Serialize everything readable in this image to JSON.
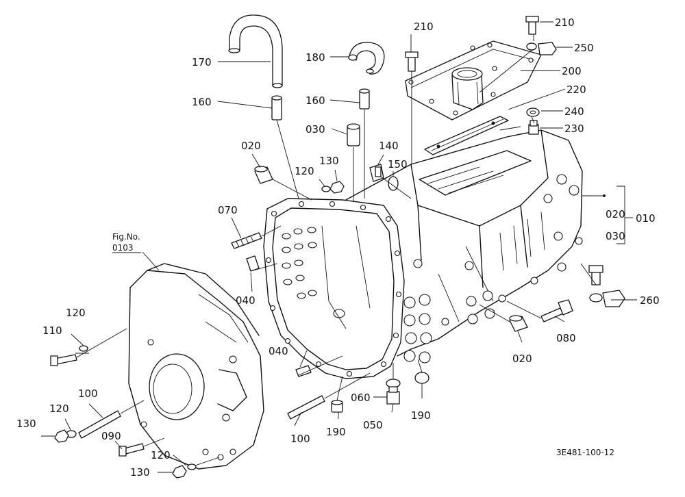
{
  "labels": {
    "170": "170",
    "180": "180",
    "160a": "160",
    "160b": "160",
    "210a": "210",
    "210b": "210",
    "250": "250",
    "200": "200",
    "220": "220",
    "240": "240",
    "230": "230",
    "030a": "030",
    "020a": "020",
    "140": "140",
    "150": "150",
    "120a": "120",
    "130a": "130",
    "070": "070",
    "020r": "020",
    "030r": "030",
    "010": "010",
    "040a": "040",
    "260": "260",
    "080": "080",
    "020b": "020",
    "120b": "120",
    "110": "110",
    "040b": "040",
    "100a": "100",
    "120c": "120",
    "130b": "130",
    "090": "090",
    "060": "060",
    "050": "050",
    "190a": "190",
    "190b": "190",
    "100b": "100",
    "120d": "120",
    "130c": "130"
  },
  "figref": {
    "line1": "Fig.No.",
    "line2": "0103"
  },
  "drawing_code": "3E481-100-12"
}
